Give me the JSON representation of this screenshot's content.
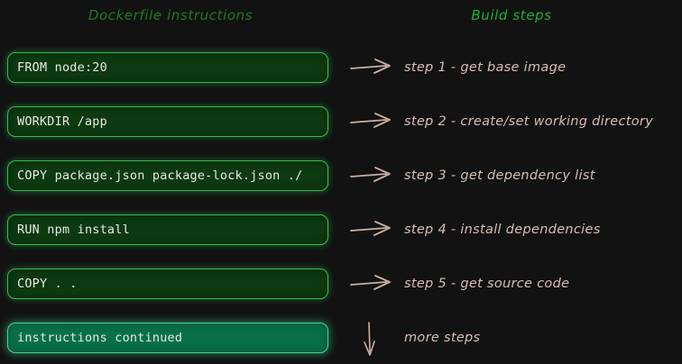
{
  "background_color": "#121212",
  "headings": {
    "left": "Dockerfile instructions",
    "right": "Build steps",
    "left_color": "#1f7a1f",
    "right_color": "#17b033"
  },
  "colors": {
    "box_fill": "#0d3a10",
    "box_border": "#2fbf4f",
    "box_fill_highlight": "#07704a",
    "box_border_highlight": "#3fd694",
    "instruction_text": "#e8e8e2",
    "step_text": "#d8bdb4",
    "arrow": "#cbb0a6"
  },
  "rows": [
    {
      "instruction": "FROM node:20",
      "step": "step 1 - get base image",
      "arrow": "right-arrow-icon",
      "highlight": false
    },
    {
      "instruction": "WORKDIR /app",
      "step": "step 2 - create/set working directory",
      "arrow": "right-arrow-icon",
      "highlight": false
    },
    {
      "instruction": "COPY package.json package-lock.json ./",
      "step": "step 3 - get dependency list",
      "arrow": "right-arrow-icon",
      "highlight": false
    },
    {
      "instruction": "RUN npm install",
      "step": "step 4 - install dependencies",
      "arrow": "right-arrow-icon",
      "highlight": false
    },
    {
      "instruction": "COPY . .",
      "step": "step 5 - get source code",
      "arrow": "right-arrow-icon",
      "highlight": false
    },
    {
      "instruction": "instructions continued",
      "step": "more steps",
      "arrow": "down-arrow-icon",
      "highlight": true
    }
  ]
}
